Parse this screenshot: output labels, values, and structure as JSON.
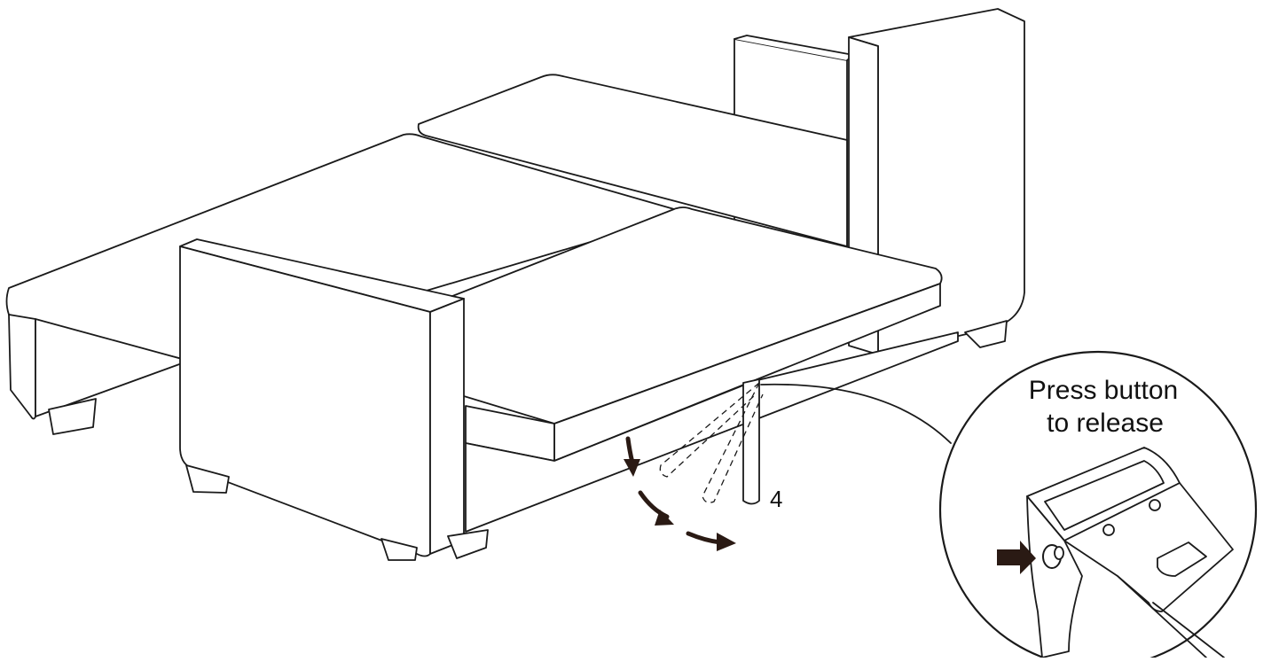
{
  "figure": {
    "step_number": "4",
    "callout_text_line1": "Press button",
    "callout_text_line2": "to release",
    "colors": {
      "line": "#1a1a1a",
      "arrow": "#2a1a14",
      "background": "#ffffff"
    },
    "icons": [
      "motion-arrow-icon",
      "press-arrow-icon"
    ]
  }
}
